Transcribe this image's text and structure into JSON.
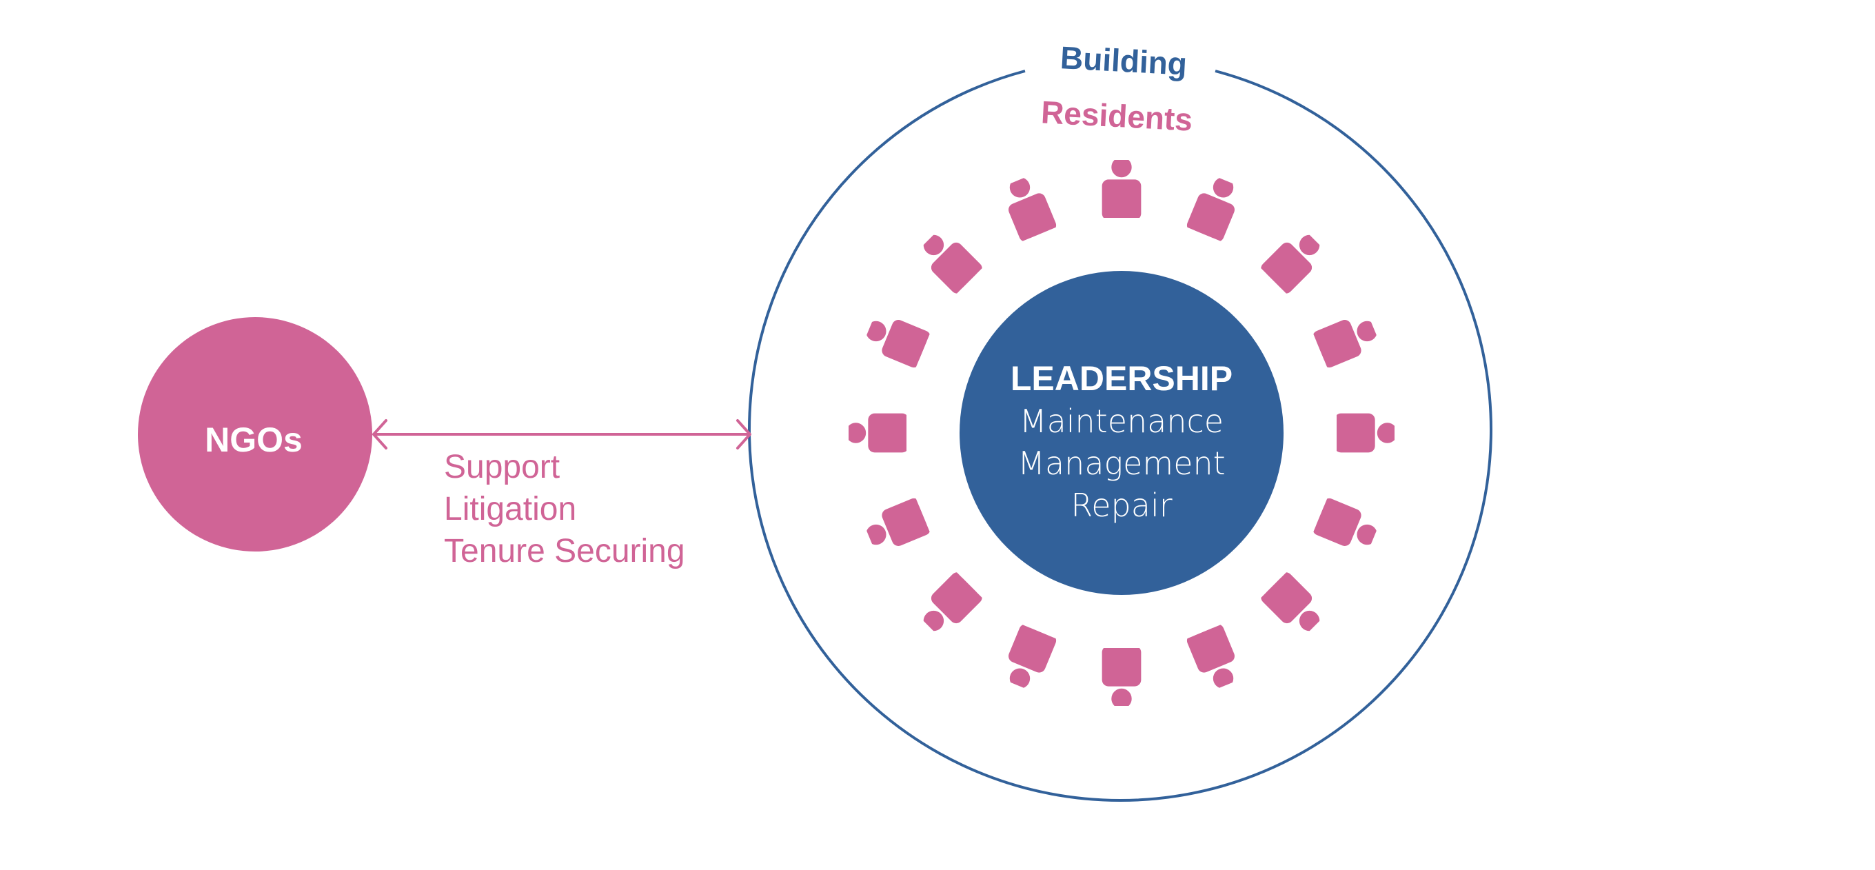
{
  "colors": {
    "pink": "#d06496",
    "blue": "#32619a",
    "white": "#ffffff"
  },
  "ngo": {
    "label": "NGOs"
  },
  "relationship": {
    "arrow": "double-headed",
    "labels": [
      "Support",
      "Litigation",
      "Tenure Securing"
    ]
  },
  "building": {
    "label": "Building",
    "residents_label": "Residents",
    "resident_count": 16,
    "resident_icon": "person-icon"
  },
  "leadership": {
    "title": "LEADERSHIP",
    "duties": [
      "Maintenance",
      "Management",
      "Repair"
    ]
  }
}
